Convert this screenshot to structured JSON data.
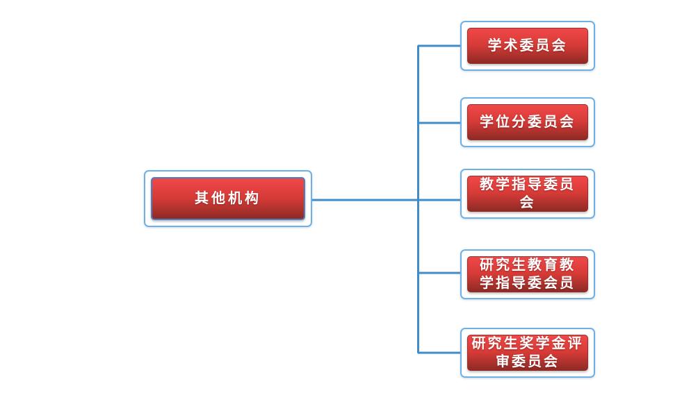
{
  "chart": {
    "type": "org-chart",
    "root": {
      "label": "其他机构"
    },
    "children": [
      {
        "label": "学术委员会"
      },
      {
        "label": "学位分委员会"
      },
      {
        "label": "教学指导委员\n会"
      },
      {
        "label": "研究生教育教\n学指导委会员"
      },
      {
        "label": "研究生奖学金评\n审委员会"
      }
    ]
  },
  "colors": {
    "node_gradient_top": "#f04848",
    "node_gradient_bottom": "#8e2a25",
    "outer_border": "#6db0e8",
    "root_inner_border": "#4a7fc0",
    "child_inner_border": "#96302a",
    "connector_line": "#3e8cca",
    "node_text": "#ffffff",
    "page_background": "#ffffff"
  }
}
